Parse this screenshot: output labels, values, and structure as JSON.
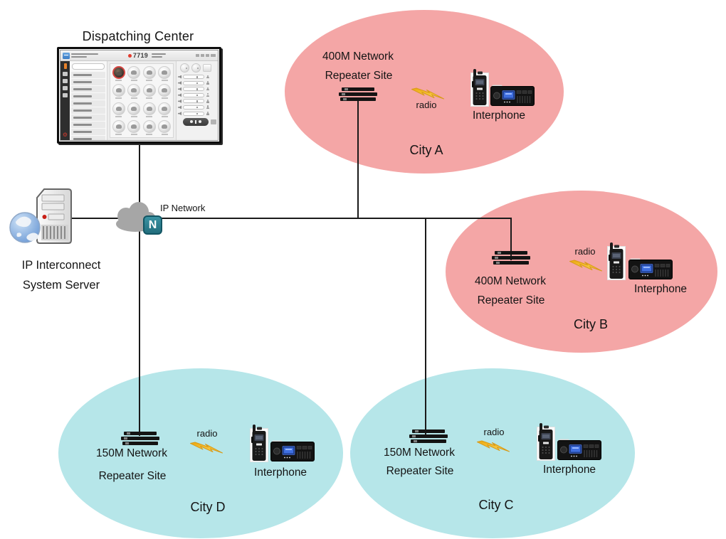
{
  "dispatching_center": {
    "label": "Dispatching Center",
    "screen": {
      "call_number": "7719",
      "list_row_count": 10,
      "regular_contact_count": 15,
      "slider_count": 7
    }
  },
  "server": {
    "label_line1": "IP Interconnect",
    "label_line2": "System Server"
  },
  "ip_network": {
    "label": "IP Network",
    "badge": "N"
  },
  "cities": [
    {
      "name": "City A",
      "site_line1": "400M Network",
      "site_line2": "Repeater Site",
      "radio_label": "radio",
      "device_label": "Interphone",
      "zone_color": "#f4a6a6"
    },
    {
      "name": "City B",
      "site_line1": "400M Network",
      "site_line2": "Repeater Site",
      "radio_label": "radio",
      "device_label": "Interphone",
      "zone_color": "#f4a6a6"
    },
    {
      "name": "City C",
      "site_line1": "150M Network",
      "site_line2": "Repeater Site",
      "radio_label": "radio",
      "device_label": "Interphone",
      "zone_color": "#b6e6e9"
    },
    {
      "name": "City D",
      "site_line1": "150M Network",
      "site_line2": "Repeater Site",
      "radio_label": "radio",
      "device_label": "Interphone",
      "zone_color": "#b6e6e9"
    }
  ],
  "colors": {
    "connector_line": "#1a1a1a",
    "zone_pink": "#f4a6a6",
    "zone_cyan": "#b6e6e9",
    "network_badge_teal": "#2d8292",
    "bolt_gold": "#f4bc33",
    "alert_red": "#d64541"
  }
}
